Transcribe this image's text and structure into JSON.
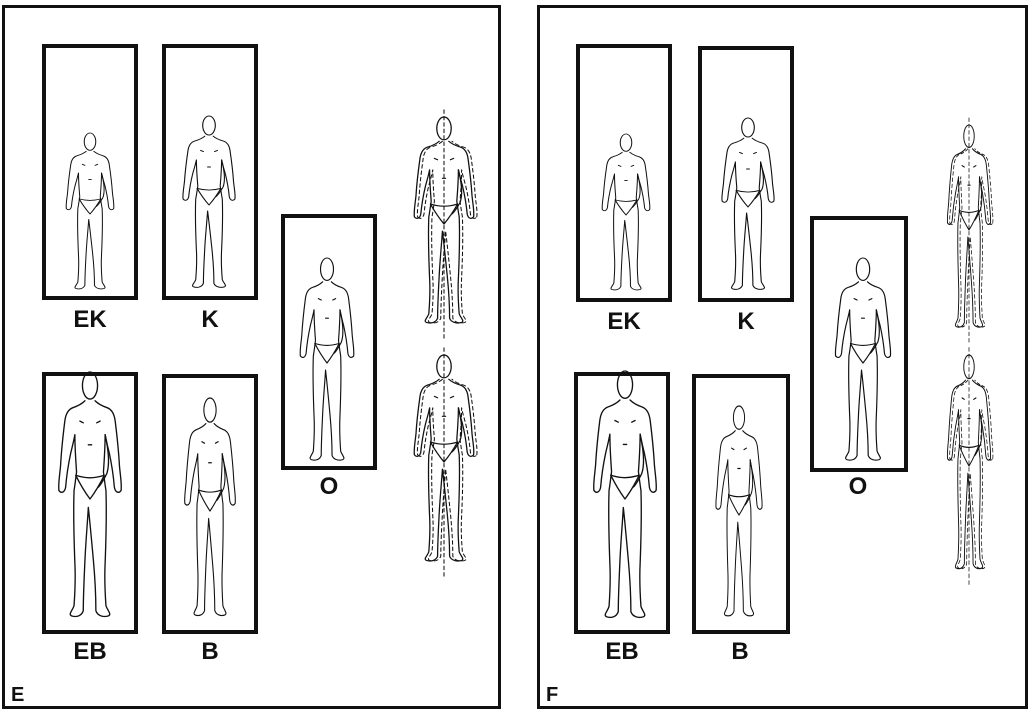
{
  "panels": [
    {
      "label": "E",
      "figures": [
        {
          "label": "EK",
          "size": "small"
        },
        {
          "label": "K",
          "size": "medium"
        },
        {
          "label": "EB",
          "size": "large"
        },
        {
          "label": "B",
          "size": "medium"
        },
        {
          "label": "O",
          "size": "medium"
        }
      ]
    },
    {
      "label": "F",
      "figures": [
        {
          "label": "EK",
          "size": "small"
        },
        {
          "label": "K",
          "size": "medium"
        },
        {
          "label": "EB",
          "size": "large"
        },
        {
          "label": "B",
          "size": "small"
        },
        {
          "label": "O",
          "size": "medium"
        }
      ]
    }
  ],
  "colors": {
    "ink": "#111111",
    "background": "#ffffff"
  }
}
